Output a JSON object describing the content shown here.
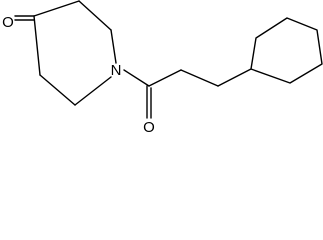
{
  "structure": {
    "atoms": [
      {
        "id": "O1",
        "symbol": "O"
      },
      {
        "id": "N1",
        "symbol": "N"
      },
      {
        "id": "O2",
        "symbol": "O"
      }
    ],
    "rings": [
      "piperidin-4-one",
      "cyclohexane"
    ],
    "line_color": "#000000"
  }
}
